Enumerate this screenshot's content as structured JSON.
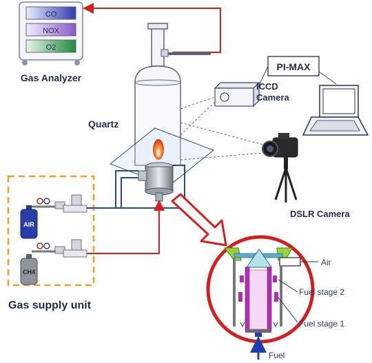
{
  "analyzer": {
    "title": "Gas Analyzer",
    "gases": [
      "CO",
      "NOX",
      "O2"
    ],
    "colors": {
      "CO": "#2f3bb0",
      "NOX": "#7a3fb5",
      "O2": "#1e8a3a"
    }
  },
  "labels": {
    "quartz": "Quartz",
    "pimax": "PI-MAX",
    "iccd": "ICCD",
    "camera": "Camera",
    "dslr": "DSLR Camera",
    "gas_supply": "Gas supply unit",
    "air_tank": "AIR",
    "ch4_tank": "CH4"
  },
  "detail": {
    "air": "Air",
    "fuel_stage_2": "Fuel stage  2",
    "fuel_stage_1": "Fuel stage  1",
    "fuel": "Fuel"
  },
  "colors": {
    "red_line": "#d21f1f",
    "blue_line": "#1f4f8a",
    "orange_dash": "#f0a020",
    "dotted": "#4a6a9a"
  }
}
